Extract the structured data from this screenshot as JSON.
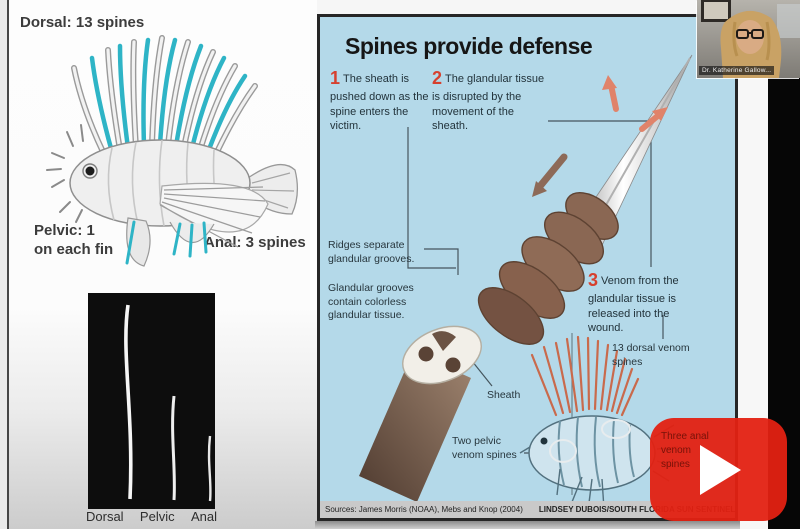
{
  "left_panel": {
    "dorsal_label": "Dorsal: 13 spines",
    "pelvic_label": "Pelvic: 1 on each fin",
    "anal_label": "Anal: 3 spines",
    "photo_labels": [
      "Dorsal",
      "Pelvic",
      "Anal"
    ]
  },
  "infographic": {
    "title": "Spines provide defense",
    "steps": [
      {
        "num": "1",
        "text": "The sheath is pushed down as the spine enters the victim."
      },
      {
        "num": "2",
        "text": "The glandular tissue is disrupted by the movement of the sheath."
      },
      {
        "num": "3",
        "text": "Venom from the glandular tissue is released into the wound."
      }
    ],
    "labels": {
      "ridges": "Ridges separate glandular grooves.",
      "grooves": "Glandular grooves contain colorless glandular tissue.",
      "sheath": "Sheath",
      "pelvic": "Two pelvic venom spines",
      "dorsal": "13 dorsal venom spines",
      "anal": "Three anal venom spines"
    },
    "sources": "Sources: James Morris (NOAA), Mebs and Knop (2004)",
    "credit": "LINDSEY DUBOIS/SOUTH FLORIDA SUN SENTINEL"
  },
  "webcam": {
    "name": "Dr. Katherine Gallow..."
  },
  "ui": {
    "play_icon": "youtube-play"
  },
  "colors": {
    "panel_blue": "#b4d9e9",
    "accent_red": "#d6402e",
    "teal_spines": "#2eb4c6",
    "fish_spine_red": "#c96a4c",
    "sheath_brown": "#8a6753",
    "play_red": "#e32112"
  }
}
